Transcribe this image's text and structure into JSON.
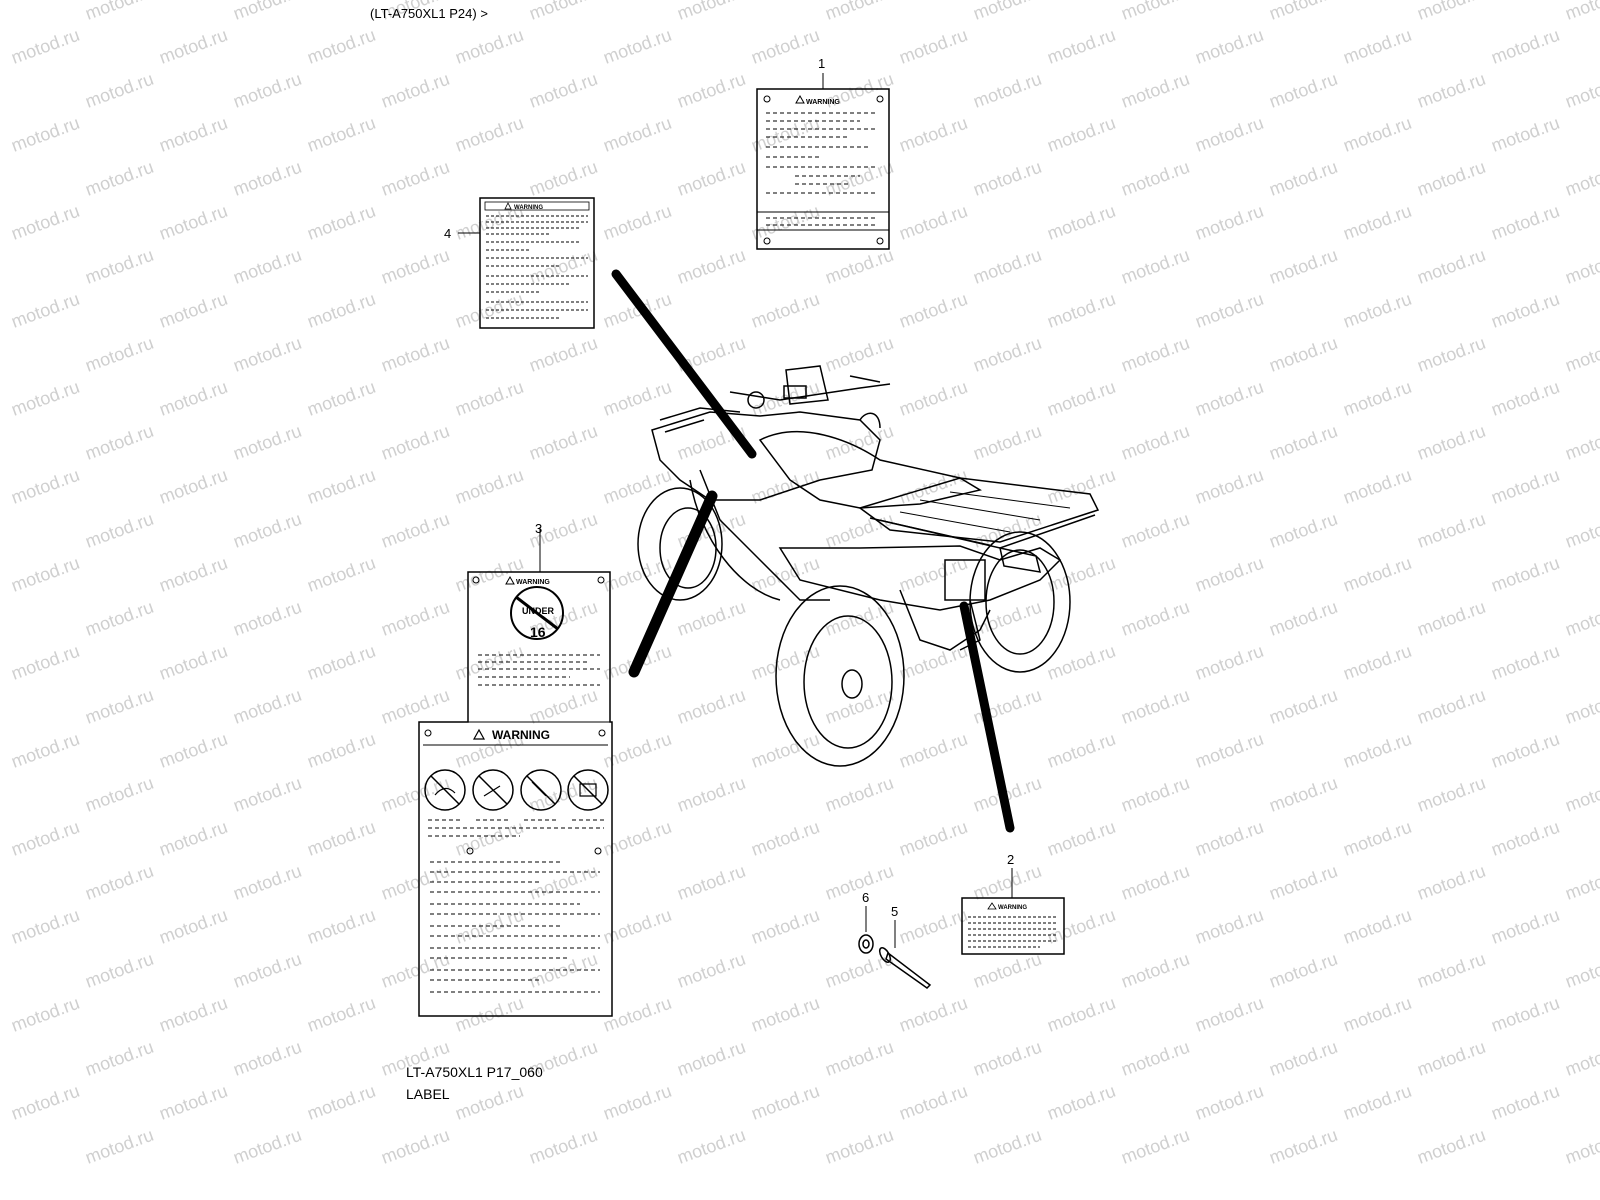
{
  "header": {
    "model_ref": "(LT-A750XL1 P24) >"
  },
  "figure": {
    "code": "LT-A750XL1 P17_060",
    "title": "LABEL"
  },
  "labels": {
    "warning_text": "WARNING",
    "under_text": "UNDER",
    "age_text": "16"
  },
  "callouts": {
    "c1": "1",
    "c2": "2",
    "c3": "3",
    "c4": "4",
    "c5": "5",
    "c6": "6"
  },
  "watermark": "motod.ru"
}
